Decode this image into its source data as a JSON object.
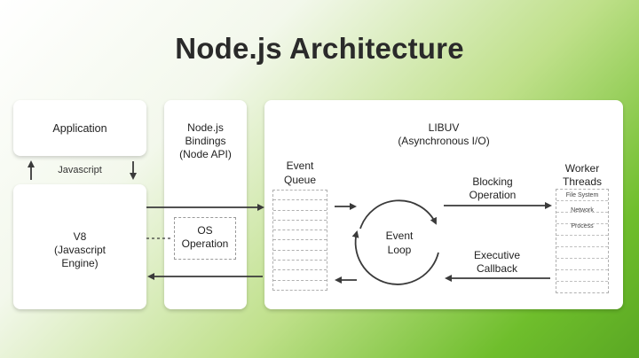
{
  "title": "Node.js Architecture",
  "application": "Application",
  "javascript_label": "Javascript",
  "v8": [
    "V8",
    "(Javascript",
    "Engine)"
  ],
  "bindings": [
    "Node.js",
    "Bindings",
    "(Node API)"
  ],
  "os_operation": [
    "OS",
    "Operation"
  ],
  "libuv": [
    "LIBUV",
    "(Asynchronous I/O)"
  ],
  "event_queue": [
    "Event",
    "Queue"
  ],
  "event_loop": [
    "Event",
    "Loop"
  ],
  "blocking_operation": [
    "Blocking",
    "Operation"
  ],
  "executive_callback": [
    "Executive",
    "Callback"
  ],
  "worker_threads": [
    "Worker",
    "Threads"
  ],
  "worker_items": [
    "File System",
    "Network",
    "Process"
  ],
  "colors": {
    "arrow": "#3a3a3a",
    "background_green": "#6fbe2c",
    "title": "#2a2a2a"
  }
}
